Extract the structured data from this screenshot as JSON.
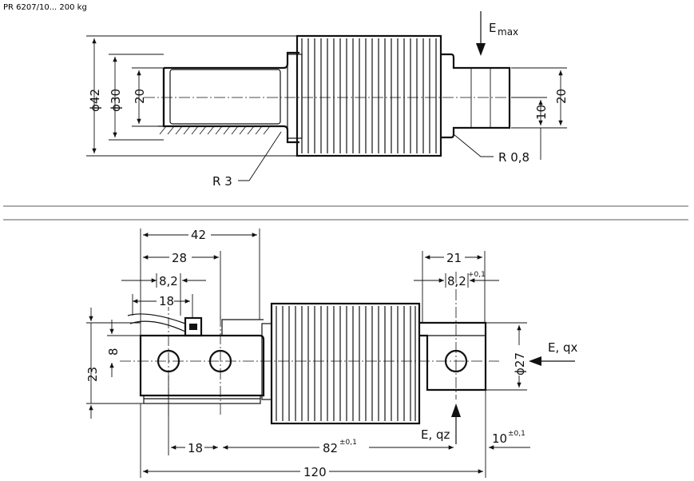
{
  "title": "PR 6207/10... 200 kg",
  "top_view": {
    "phi42": "ϕ42",
    "phi30": "ϕ30",
    "d20_left": "20",
    "e_max_main": "E",
    "e_max_sub": "max",
    "d10": "10",
    "d20_right": "20",
    "r3": "R 3",
    "r08": "R 0,8"
  },
  "bottom_view": {
    "d42": "42",
    "d28": "28",
    "d82_small": "8,2",
    "d18_top": "18",
    "d21": "21",
    "d82_right": "8,2",
    "d82_right_tol": "+0,1",
    "d23": "23",
    "d8": "8",
    "phi27": "ϕ27",
    "e_qx": "E, qx",
    "e_qz": "E, qz",
    "d18_bottom": "18",
    "d82_long": "82",
    "d82_long_tol": "±0,1",
    "d10_bottom": "10",
    "d10_bottom_tol": "±0,1",
    "d120": "120"
  },
  "icons": {
    "load_arrow": "arrow-down-icon",
    "qx_arrow": "arrow-left-icon",
    "qz_arrow": "arrow-up-icon"
  }
}
